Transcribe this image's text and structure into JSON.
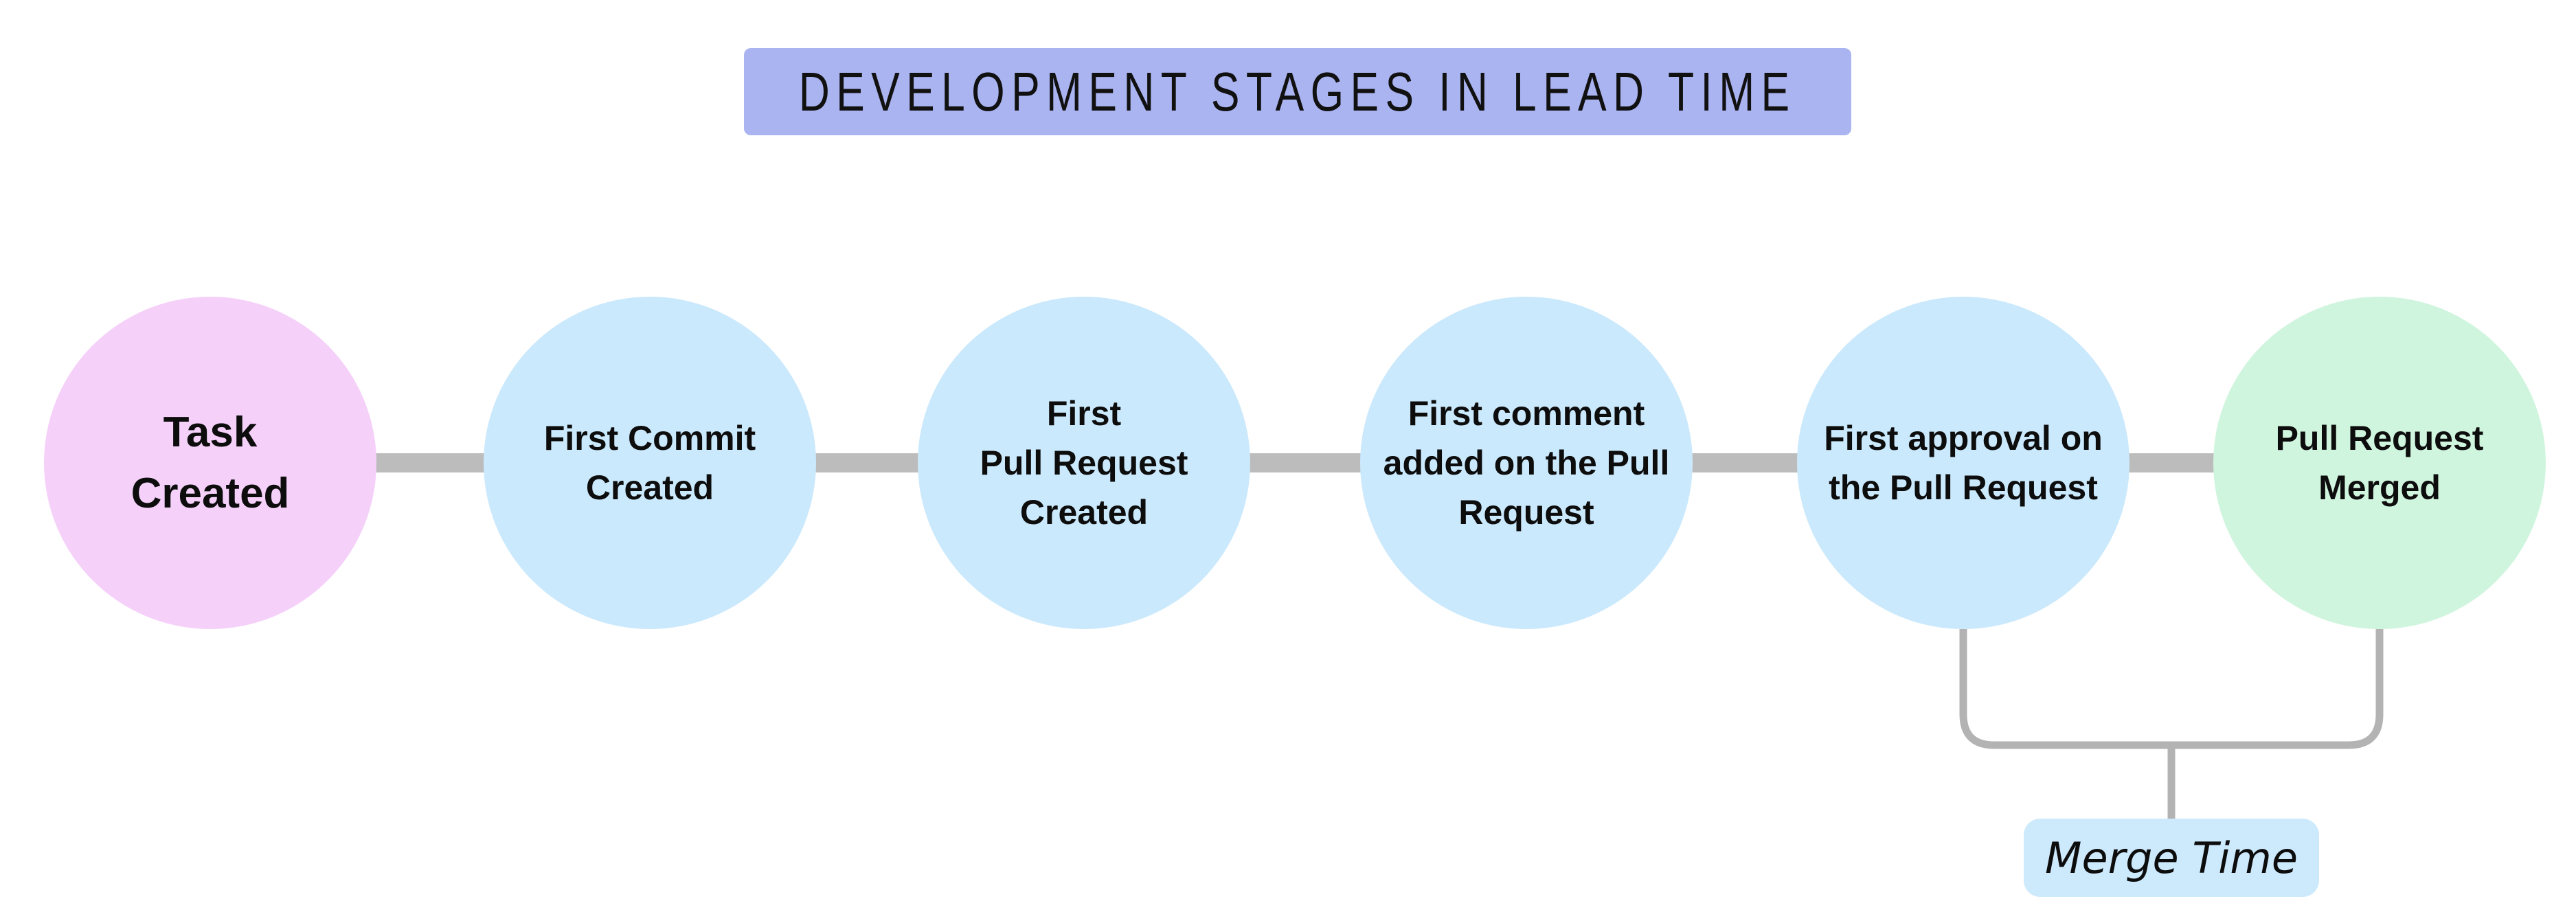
{
  "title": {
    "text": "DEVELOPMENT STAGES IN LEAD TIME",
    "bg": "#aab4f1"
  },
  "stages": [
    {
      "id": "task-created",
      "label": "Task\nCreated",
      "color": "#f5d1fa"
    },
    {
      "id": "first-commit-created",
      "label": "First Commit\nCreated",
      "color": "#cbe9fc"
    },
    {
      "id": "first-pull-request-created",
      "label": "First\nPull Request\nCreated",
      "color": "#cbe9fc"
    },
    {
      "id": "first-comment-added",
      "label": "First comment\nadded on the Pull\nRequest",
      "color": "#cbe9fc"
    },
    {
      "id": "first-approval",
      "label": "First approval on\nthe Pull Request",
      "color": "#cbe9fc"
    },
    {
      "id": "pull-request-merged",
      "label": "Pull Request\nMerged",
      "color": "#d0f5de"
    }
  ],
  "merge_time": {
    "label": "Merge Time",
    "bg": "#cde9fc"
  },
  "colors": {
    "connector": "#bcbcbc",
    "bracket": "#b3b3b3",
    "text": "#0d0d0d",
    "background": "#ffffff"
  }
}
